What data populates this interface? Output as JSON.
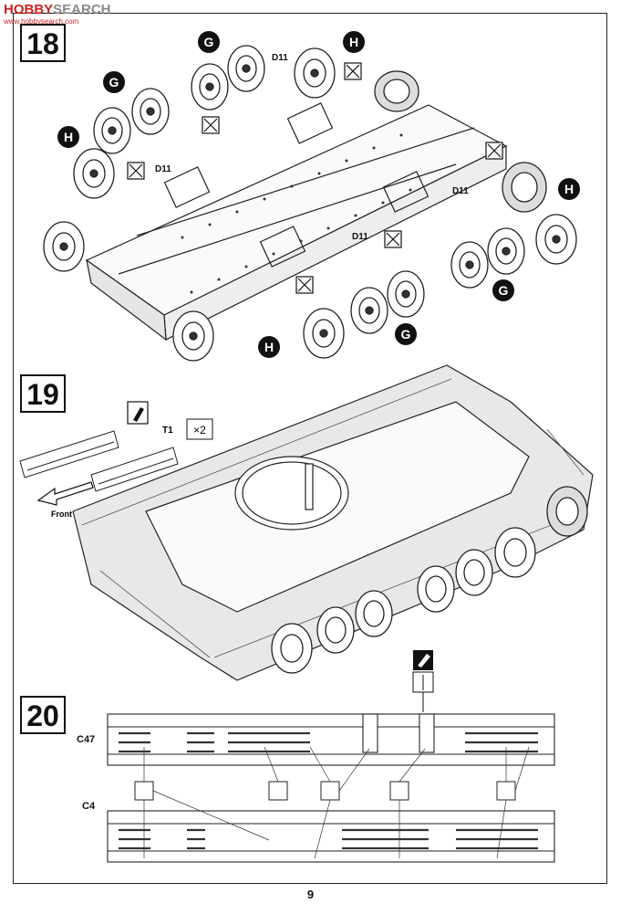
{
  "watermark": {
    "brand_a": "HOBBY",
    "brand_b": "SEARCH",
    "url": "www.hobbysearch.com"
  },
  "steps": [
    {
      "number": "18",
      "callouts": [
        "G",
        "G",
        "H",
        "H",
        "H",
        "G",
        "G",
        "H"
      ],
      "part": "D11"
    },
    {
      "number": "19",
      "part": "T1",
      "multiplier": "×2",
      "direction": "Front"
    },
    {
      "number": "20",
      "parts": [
        "C47",
        "C4"
      ]
    }
  ],
  "page_number": "9",
  "icons": [
    "cement-icon",
    "no-glue-icon",
    "paint-icon",
    "drill-icon"
  ]
}
